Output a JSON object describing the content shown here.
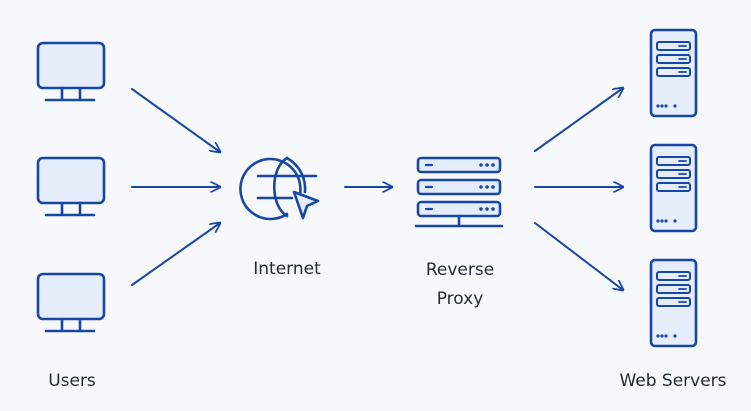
{
  "labels": {
    "users": "Users",
    "internet": "Internet",
    "reverse_proxy_line1": "Reverse",
    "reverse_proxy_line2": "Proxy",
    "web_servers": "Web Servers"
  },
  "colors": {
    "stroke": "#1747a6",
    "fill": "#e6edfa",
    "background": "#f7f8fb",
    "text": "#1f2937"
  },
  "icons": {
    "user": "monitor-icon",
    "internet": "globe-cursor-icon",
    "proxy": "server-rack-icon",
    "server": "server-tower-icon"
  }
}
